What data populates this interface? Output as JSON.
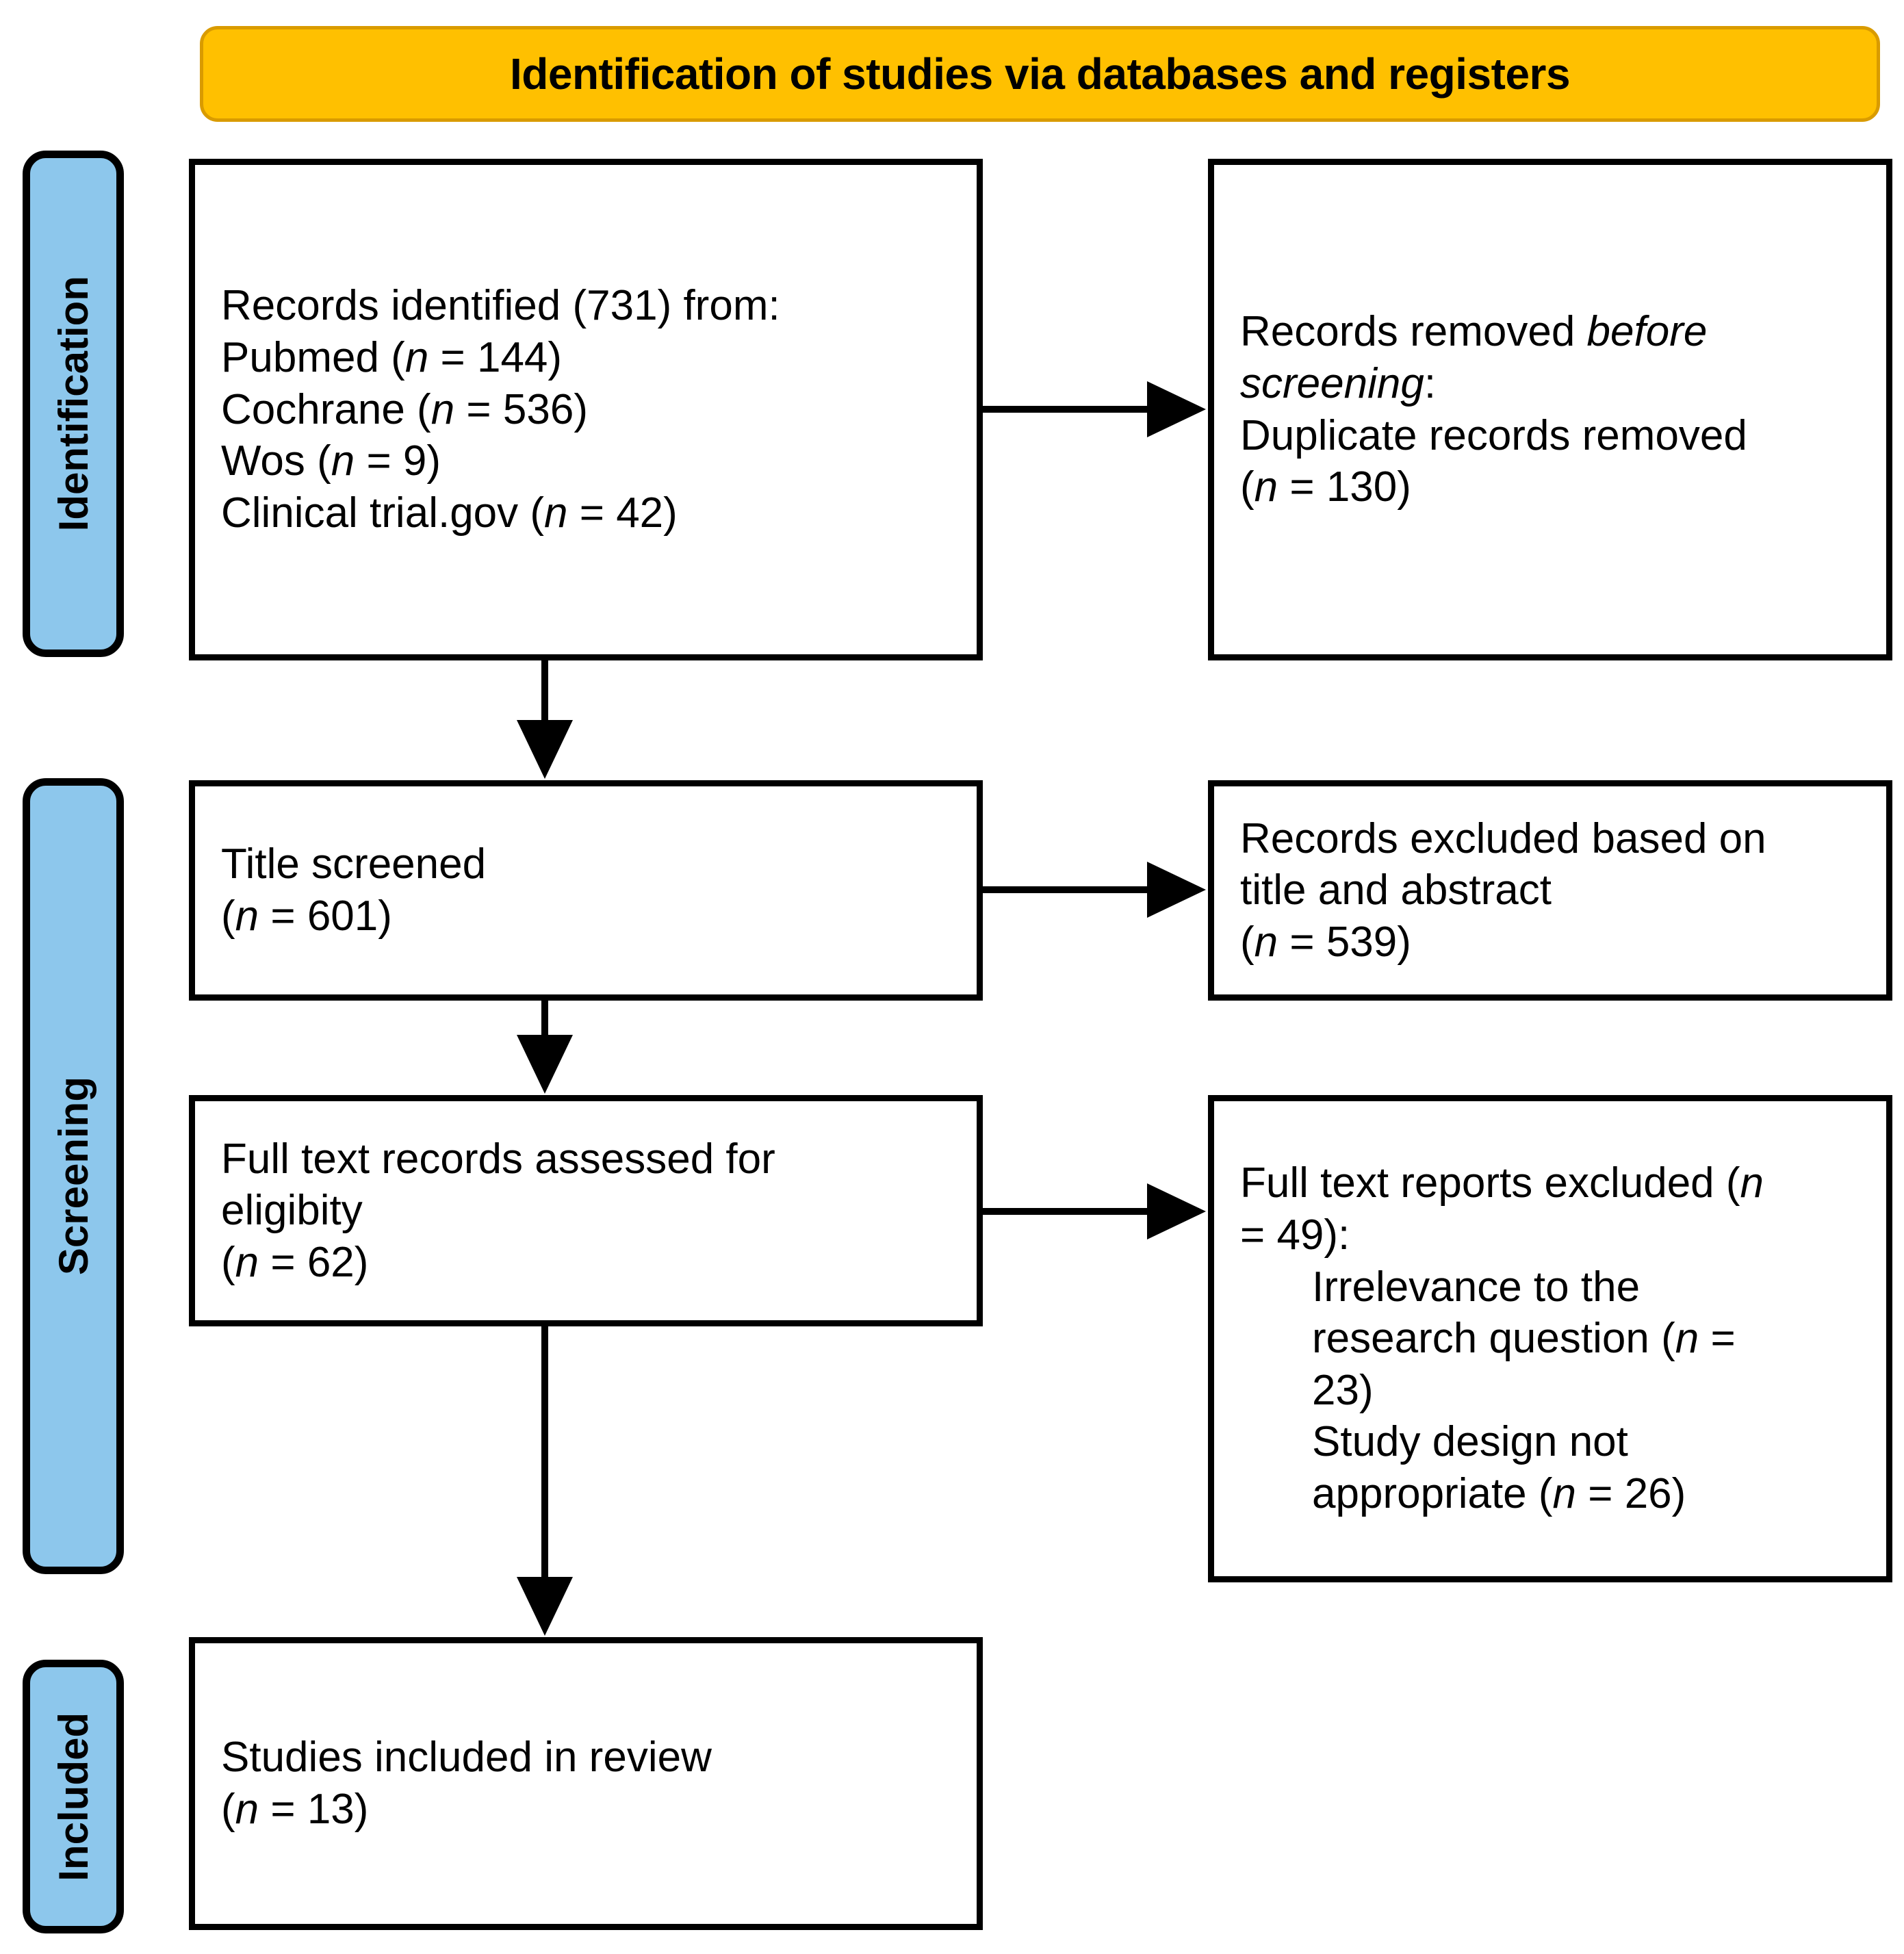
{
  "header": {
    "title": "Identification of studies via databases and registers",
    "background_color": "#FFC000",
    "border_color": "#D99B00"
  },
  "stages": {
    "background_color": "#8DC7EC",
    "border_color": "#000000",
    "items": [
      {
        "id": "identification",
        "label": "Identification"
      },
      {
        "id": "screening",
        "label": "Screening"
      },
      {
        "id": "included",
        "label": "Included"
      }
    ]
  },
  "boxes": {
    "identified": {
      "lines": [
        "Records identified (731) from:",
        "Pubmed (n = 144)",
        "Cochrane (n = 536)",
        "Wos (n = 9)",
        "Clinical trial.gov (n = 42)"
      ],
      "total": 731,
      "sources": [
        {
          "name": "Pubmed",
          "n": 144
        },
        {
          "name": "Cochrane",
          "n": 536
        },
        {
          "name": "Wos",
          "n": 9
        },
        {
          "name": "Clinical trial.gov",
          "n": 42
        }
      ]
    },
    "removed": {
      "line1_prefix": "Records removed ",
      "line1_italic": "before",
      "line2_italic": "screening",
      "line2_suffix": ":",
      "line3": "Duplicate records removed",
      "line4": "(n = 130)",
      "n": 130
    },
    "title_screened": {
      "line1": "Title screened",
      "line2": "(n = 601)",
      "n": 601
    },
    "excluded_title_abstract": {
      "line1": "Records excluded based on",
      "line2": "title and abstract",
      "line3": "(n = 539)",
      "n": 539
    },
    "full_text": {
      "line1": "Full text records assessed for",
      "line2": "eligibity",
      "line3": "(n = 62)",
      "n": 62
    },
    "excluded_full_text": {
      "line1": "Full text reports excluded (n",
      "line2": "= 49):",
      "n": 49,
      "reasons": [
        {
          "text_line1": "Irrelevance to the",
          "text_line2": "research question (n =",
          "text_line3": "23)",
          "n": 23
        },
        {
          "text_line1": "Study design not",
          "text_line2": "appropriate (n = 26)",
          "n": 26
        }
      ]
    },
    "included": {
      "line1": "Studies included in review",
      "line2": "(n = 13)",
      "n": 13
    }
  },
  "connectors": [
    {
      "id": "identified-to-removed",
      "direction": "right"
    },
    {
      "id": "identified-to-title-screened",
      "direction": "down"
    },
    {
      "id": "title-screened-to-excluded-ta",
      "direction": "right"
    },
    {
      "id": "title-screened-to-fulltext",
      "direction": "down"
    },
    {
      "id": "fulltext-to-excluded-ft",
      "direction": "right"
    },
    {
      "id": "fulltext-to-included",
      "direction": "down"
    }
  ]
}
